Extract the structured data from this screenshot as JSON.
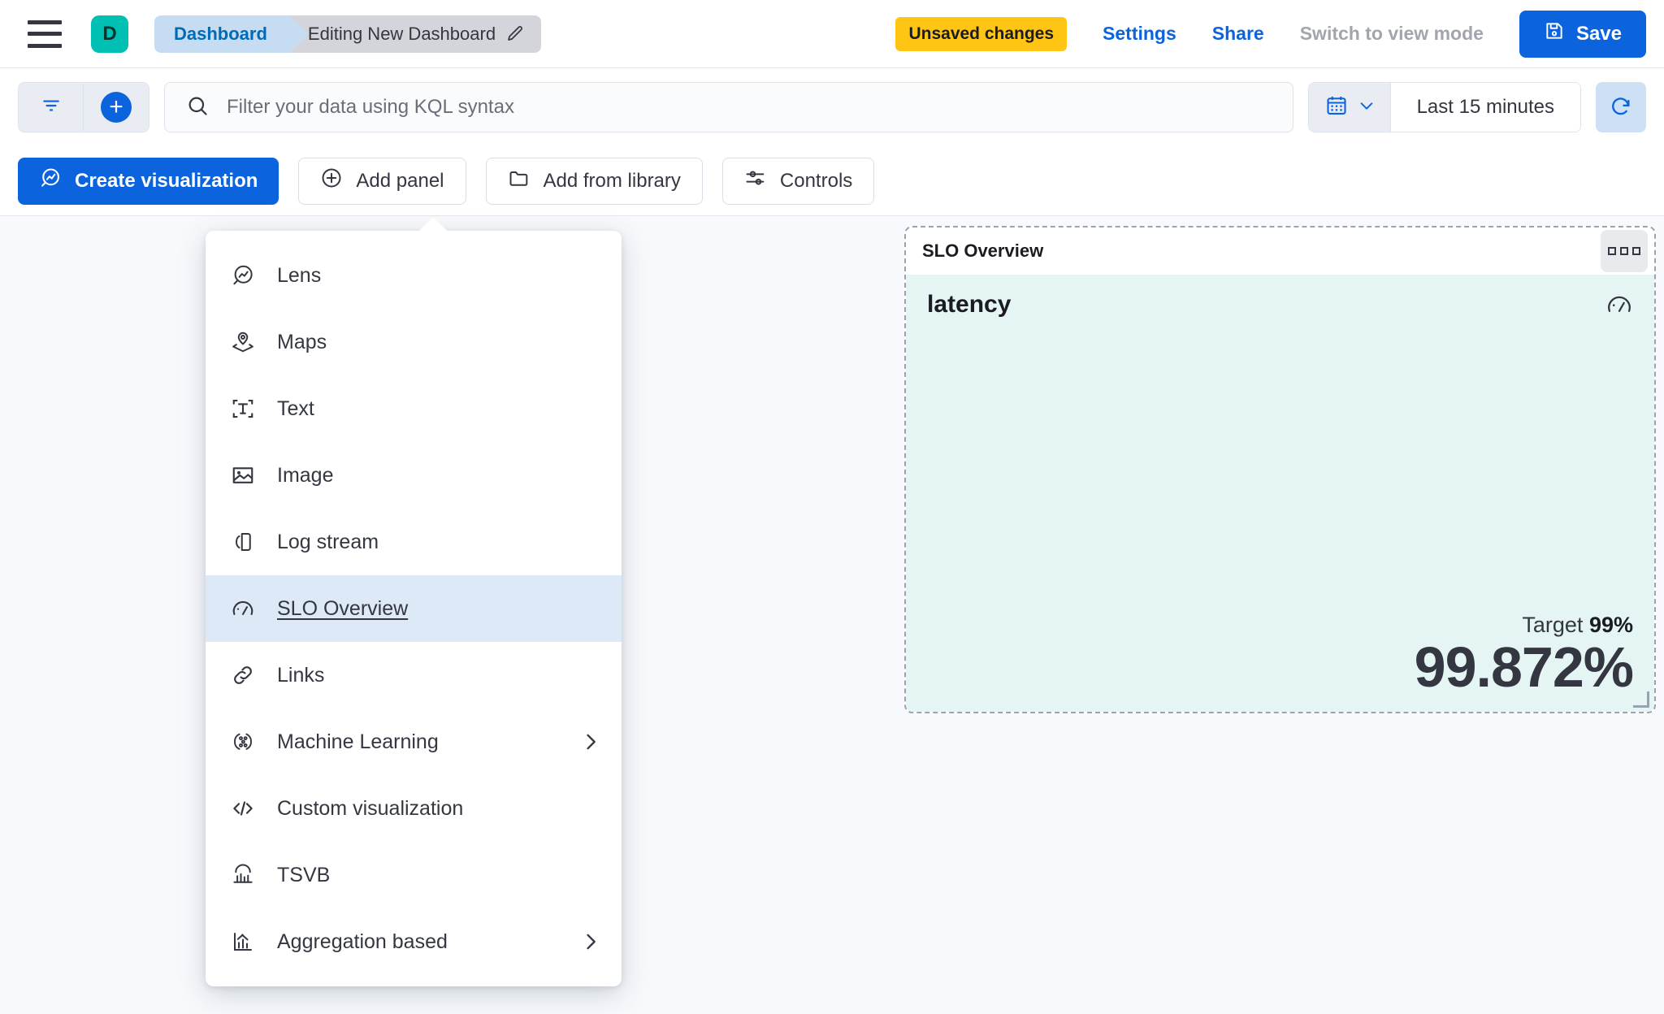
{
  "header": {
    "menu_icon": "hamburger-menu-icon",
    "space_avatar_letter": "D",
    "breadcrumbs": [
      {
        "label": "Dashboard",
        "icon": ""
      },
      {
        "label": "Editing New Dashboard",
        "icon": "pencil-icon"
      }
    ],
    "unsaved_badge": "Unsaved changes",
    "settings_link": "Settings",
    "share_link": "Share",
    "view_mode_link": "Switch to view mode",
    "save_button": "Save",
    "save_icon": "save-disk-icon",
    "accent_color": "#0B64DD",
    "badge_color": "#FEC514",
    "avatar_color": "#00BFB3"
  },
  "query_bar": {
    "filter_icon": "filter-icon",
    "add_filter_icon": "plus-circle-icon",
    "search_icon": "search-icon",
    "placeholder": "Filter your data using KQL syntax",
    "value": "",
    "calendar_icon": "calendar-icon",
    "calendar_caret": "chevron-down-icon",
    "time_range": "Last 15 minutes",
    "refresh_icon": "refresh-icon"
  },
  "edit_toolbar": {
    "buttons": [
      {
        "label": "Create visualization",
        "icon": "lens-icon",
        "style": "primary"
      },
      {
        "label": "Add panel",
        "icon": "plus-circle-outline-icon",
        "style": "ghost"
      },
      {
        "label": "Add from library",
        "icon": "folder-icon",
        "style": "ghost"
      },
      {
        "label": "Controls",
        "icon": "controls-sliders-icon",
        "style": "ghost"
      }
    ]
  },
  "add_panel_menu": {
    "items": [
      {
        "label": "Lens",
        "icon": "lens-icon",
        "selected": false,
        "has_submenu": false
      },
      {
        "label": "Maps",
        "icon": "map-marker-layers-icon",
        "selected": false,
        "has_submenu": false
      },
      {
        "label": "Text",
        "icon": "text-box-icon",
        "selected": false,
        "has_submenu": false
      },
      {
        "label": "Image",
        "icon": "image-icon",
        "selected": false,
        "has_submenu": false
      },
      {
        "label": "Log stream",
        "icon": "log-stream-icon",
        "selected": false,
        "has_submenu": false
      },
      {
        "label": "SLO Overview",
        "icon": "gauge-icon",
        "selected": true,
        "has_submenu": false
      },
      {
        "label": "Links",
        "icon": "link-icon",
        "selected": false,
        "has_submenu": false
      },
      {
        "label": "Machine Learning",
        "icon": "machine-learning-icon",
        "selected": false,
        "has_submenu": true
      },
      {
        "label": "Custom visualization",
        "icon": "code-brackets-icon",
        "selected": false,
        "has_submenu": false
      },
      {
        "label": "TSVB",
        "icon": "tsvb-bars-icon",
        "selected": false,
        "has_submenu": false
      },
      {
        "label": "Aggregation based",
        "icon": "aggregation-chart-icon",
        "selected": false,
        "has_submenu": true
      }
    ]
  },
  "slo_panel": {
    "title": "SLO Overview",
    "menu_icon": "panel-context-menu-icon",
    "slo_name": "latency",
    "gauge_icon": "gauge-icon",
    "target_label": "Target",
    "target_value": "99%",
    "sli_value": "99.872%",
    "body_background": "#E4F5F3",
    "resize_handle_icon": "resize-corner-icon"
  }
}
